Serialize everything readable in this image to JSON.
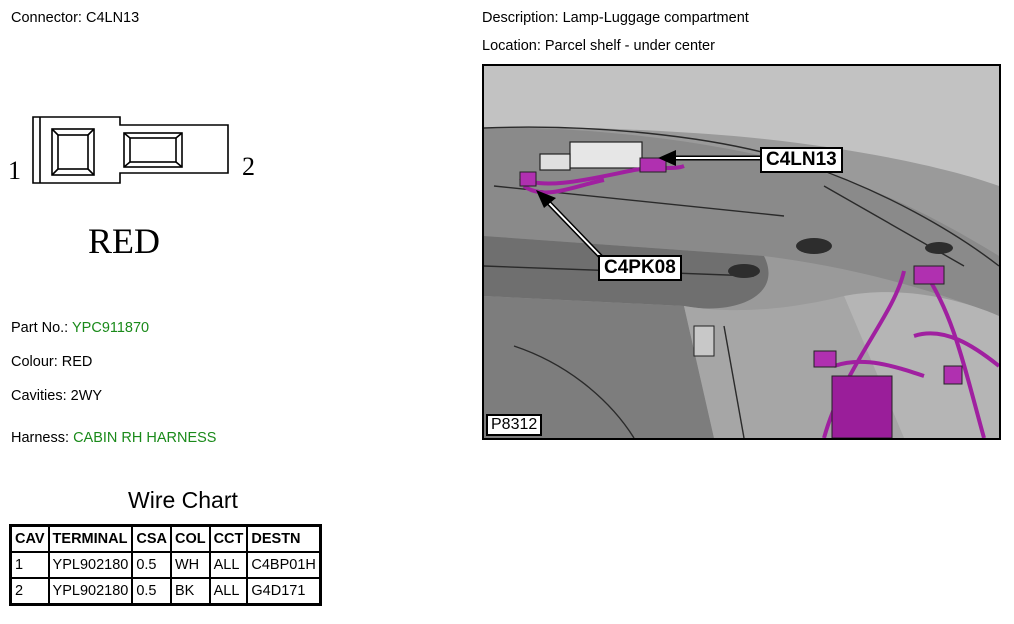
{
  "connector": {
    "label": "Connector:",
    "value": "C4LN13"
  },
  "description": {
    "label": "Description:",
    "value": "Lamp-Luggage compartment"
  },
  "location": {
    "label": "Location:",
    "value": "Parcel shelf - under center"
  },
  "drawing": {
    "pin_left": "1",
    "pin_right": "2",
    "color_text": "RED"
  },
  "details": {
    "part_no": {
      "label": "Part No.:",
      "value": "YPC911870"
    },
    "colour": {
      "label": "Colour:",
      "value": "RED"
    },
    "cavities": {
      "label": "Cavities:",
      "value": "2WY"
    },
    "harness": {
      "label": "Harness:",
      "value": "CABIN RH HARNESS"
    }
  },
  "wire_chart": {
    "title": "Wire Chart",
    "headers": [
      "CAV",
      "TERMINAL",
      "CSA",
      "COL",
      "CCT",
      "DESTN"
    ],
    "rows": [
      [
        "1",
        "YPL902180",
        "0.5",
        "WH",
        "ALL",
        "C4BP01H"
      ],
      [
        "2",
        "YPL902180",
        "0.5",
        "BK",
        "ALL",
        "G4D171"
      ]
    ]
  },
  "photo": {
    "callouts": [
      "C4LN13",
      "C4PK08"
    ],
    "code": "P8312"
  },
  "colors": {
    "link_green": "#1a8a1a",
    "harness_magenta": "#a020a0"
  }
}
